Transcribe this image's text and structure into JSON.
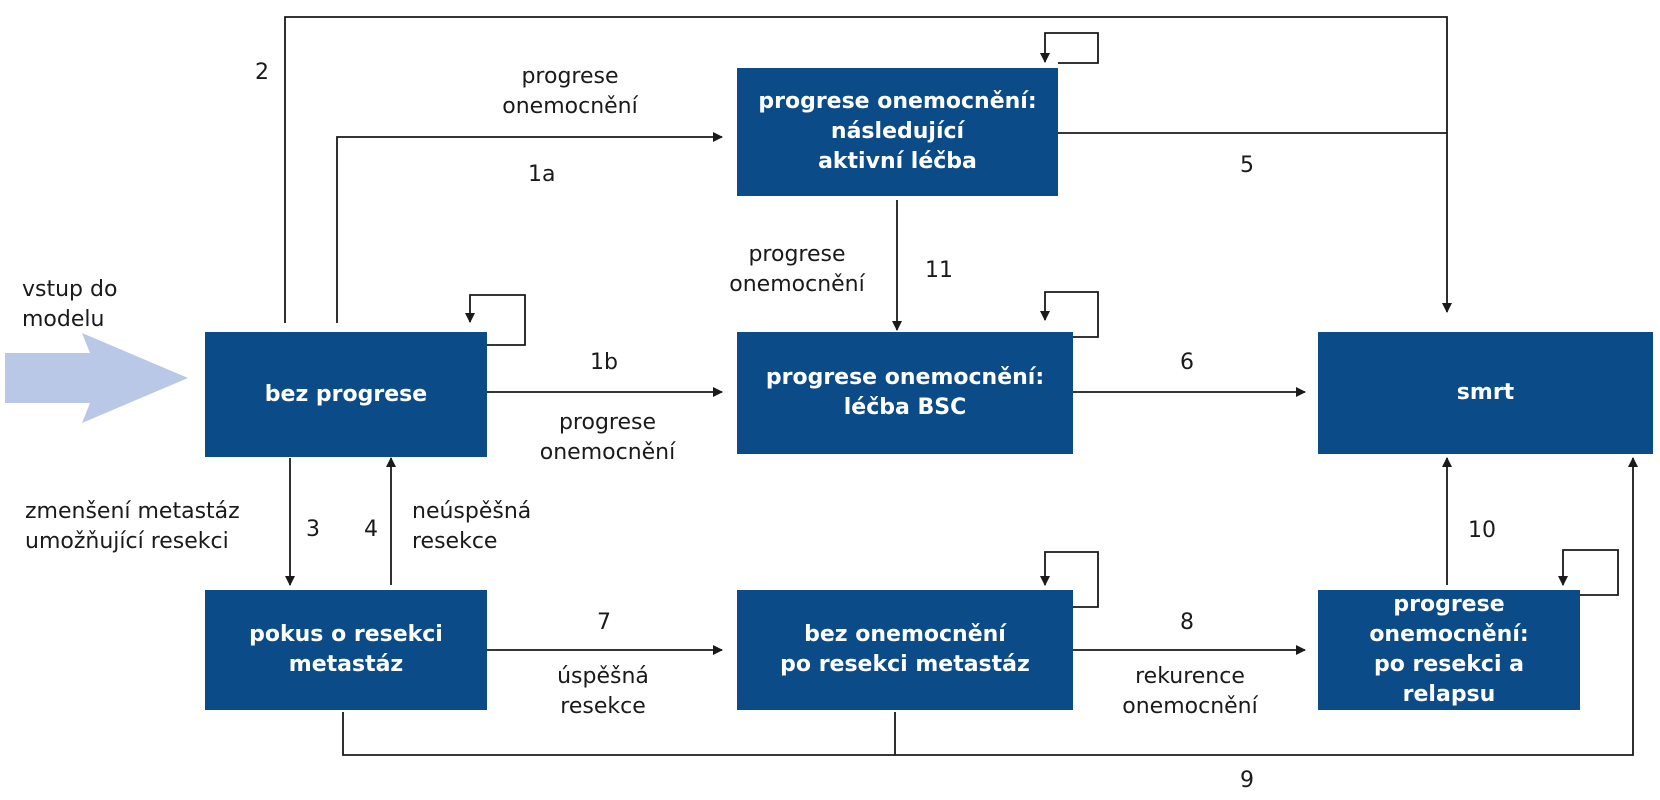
{
  "nodes": {
    "no_progression": "bez progrese",
    "progression_active": "progrese onemocnění:\nnásledující\naktivní léčba",
    "progression_bsc": "progrese onemocnění:\nléčba BSC",
    "death": "smrt",
    "resection_attempt": "pokus o resekci\nmetastáz",
    "disease_free": "bez onemocnění\npo resekci metastáz",
    "progression_relapse": "progrese\nonemocnění:\npo resekci a relapsu"
  },
  "labels": {
    "model_entry": "vstup do\nmodelu",
    "progression_top": "progrese\nonemocnění",
    "progression_mid": "progrese\nonemocnění",
    "progression_bottom": "progrese\nonemocnění",
    "shrinkage": "zmenšení metastáz\numožňující resekci",
    "unsuccessful": "neúspěšná\nresekce",
    "successful": "úspěšná\nresekce",
    "recurrence": "rekurence\nonemocnění"
  },
  "transitions": {
    "t1a": "1a",
    "t1b": "1b",
    "t2": "2",
    "t3": "3",
    "t4": "4",
    "t5": "5",
    "t6": "6",
    "t7": "7",
    "t8": "8",
    "t9": "9",
    "t10": "10",
    "t11": "11"
  },
  "colors": {
    "node_fill": "#0b4b88",
    "entry_arrow": "#b8c8e6",
    "line": "#1a1a1a"
  }
}
